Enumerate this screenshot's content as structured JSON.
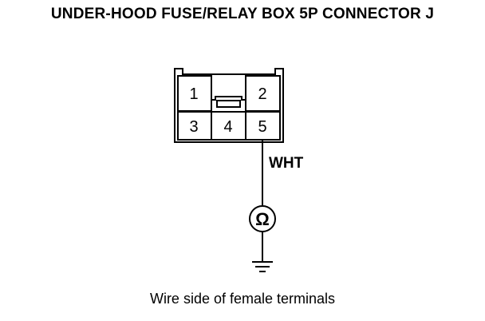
{
  "title": "UNDER-HOOD FUSE/RELAY BOX 5P CONNECTOR J",
  "connector": {
    "terminals": [
      "1",
      "2",
      "3",
      "4",
      "5"
    ]
  },
  "wire": {
    "color_label": "WHT"
  },
  "meter": {
    "symbol": "Ω",
    "icon": "ohmmeter-icon"
  },
  "ground": {
    "icon": "ground-icon"
  },
  "caption": "Wire side of female terminals"
}
